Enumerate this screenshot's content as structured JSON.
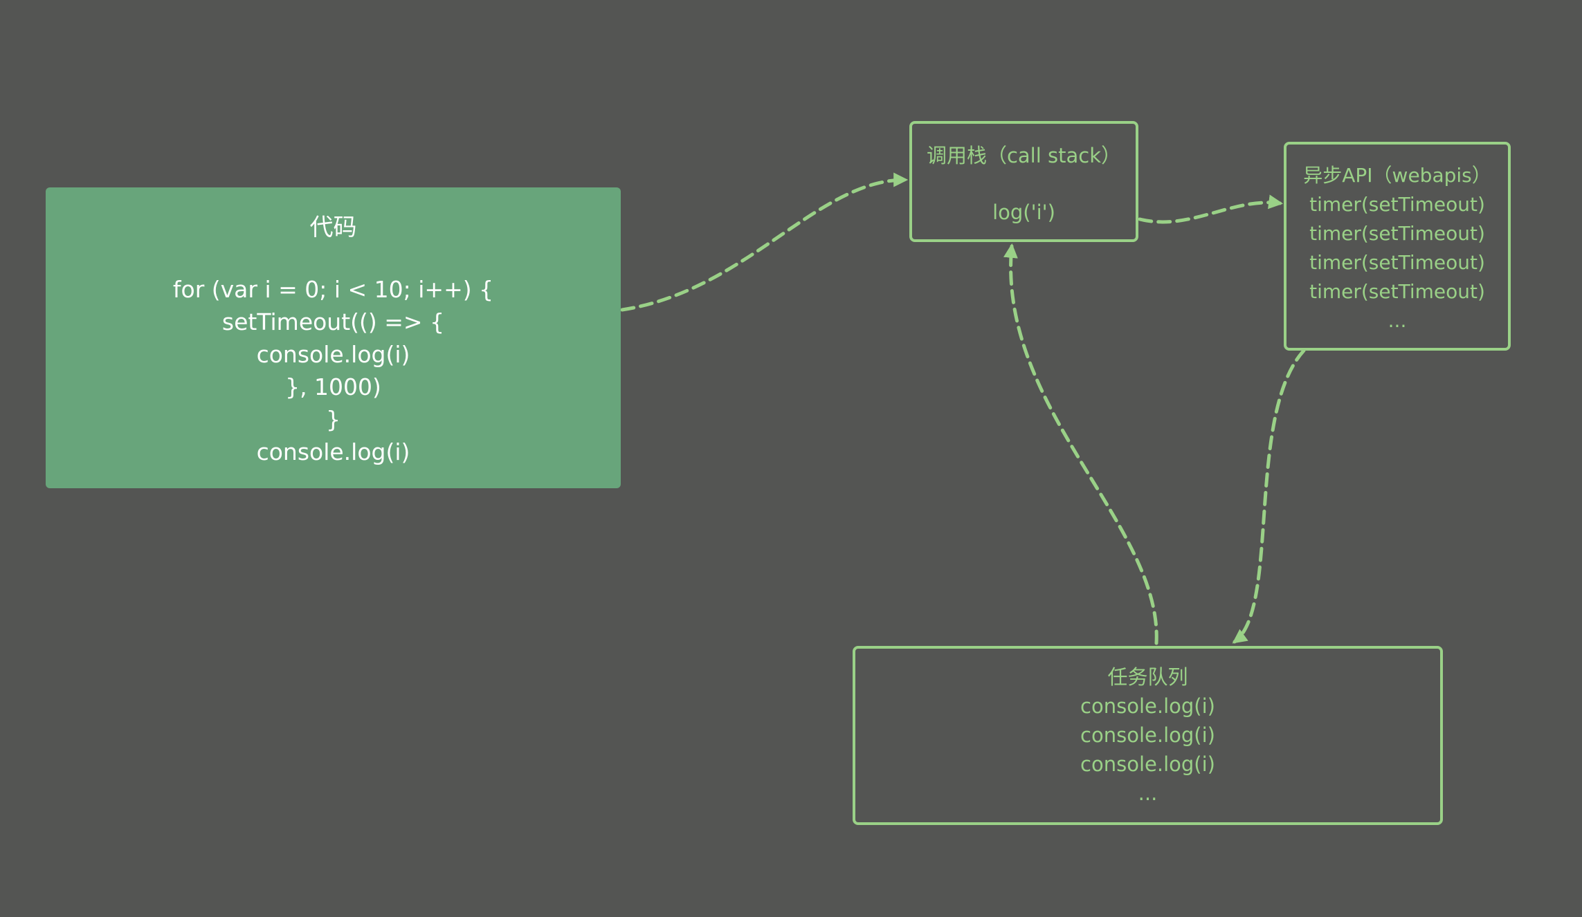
{
  "colors": {
    "background": "#545553",
    "code_box_fill": "#68a57b",
    "accent": "#9ad187",
    "code_text": "#ffffff"
  },
  "code_box": {
    "title": "代码",
    "lines": [
      "for (var i = 0; i < 10; i++) {",
      "setTimeout(() => {",
      "console.log(i)",
      "}, 1000)",
      "}",
      "console.log(i)"
    ]
  },
  "call_stack": {
    "title": "调用栈（call stack）",
    "item": "log('i')"
  },
  "web_apis": {
    "title": "异步API（webapis）",
    "items": [
      "timer(setTimeout)",
      "timer(setTimeout)",
      "timer(setTimeout)",
      "timer(setTimeout)",
      "..."
    ]
  },
  "task_queue": {
    "title": "任务队列",
    "items": [
      "console.log(i)",
      "console.log(i)",
      "console.log(i)",
      "..."
    ]
  },
  "edges": [
    {
      "from": "code_box",
      "to": "call_stack",
      "style": "dashed"
    },
    {
      "from": "call_stack",
      "to": "web_apis",
      "style": "dashed"
    },
    {
      "from": "web_apis",
      "to": "task_queue",
      "style": "dashed"
    },
    {
      "from": "task_queue",
      "to": "call_stack",
      "style": "dashed"
    }
  ]
}
